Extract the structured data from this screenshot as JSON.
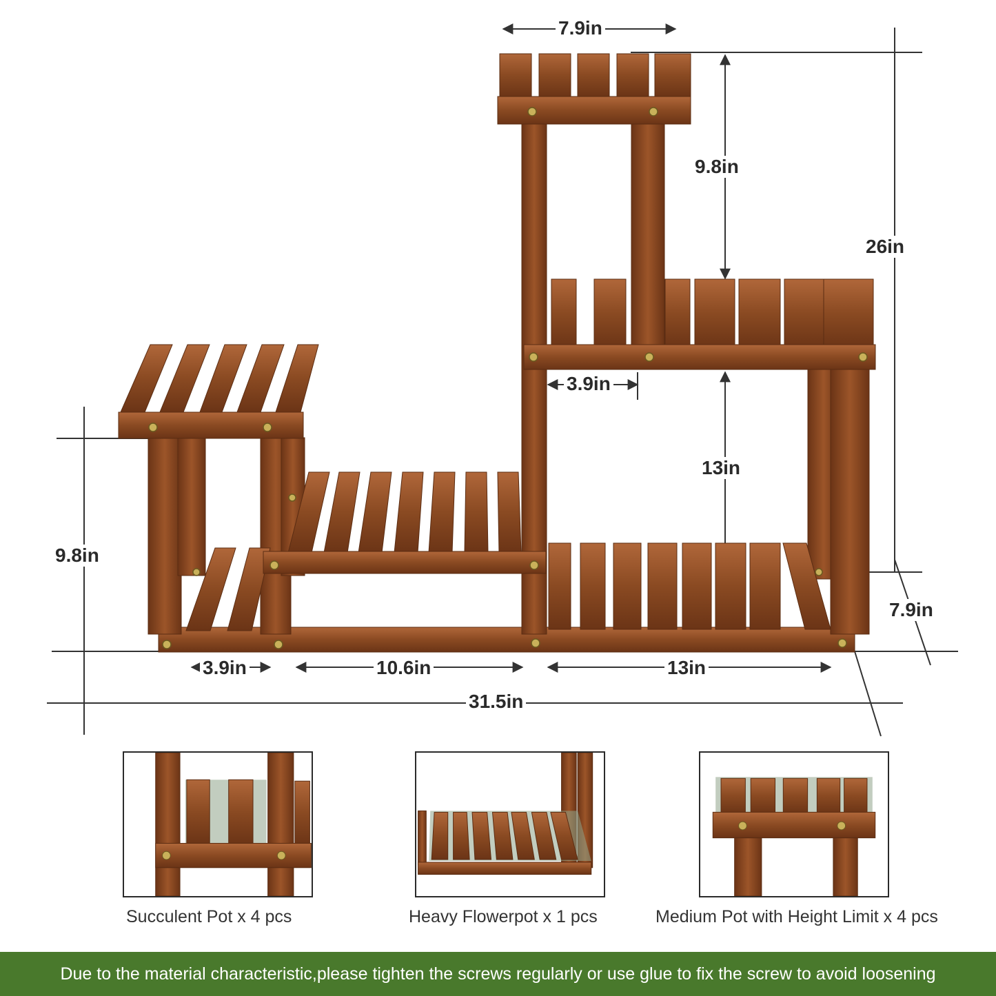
{
  "dimensions": {
    "top_width": "7.9in",
    "top_tier_height": "9.8in",
    "total_height": "26in",
    "tier_gap_width": "3.9in",
    "middle_tier_height": "13in",
    "left_height": "9.8in",
    "depth": "7.9in",
    "left_width": "3.9in",
    "middle_width": "10.6in",
    "right_width": "13in",
    "total_width": "31.5in"
  },
  "thumbnails": [
    {
      "caption": "Succulent Pot x 4 pcs"
    },
    {
      "caption": "Heavy Flowerpot x 1 pcs"
    },
    {
      "caption": "Medium Pot with Height Limit x 4 pcs"
    }
  ],
  "notice": {
    "text": "Due to the material characteristic,please tighten the screws regularly or use glue to fix the screw to avoid loosening",
    "background": "#49792c"
  },
  "colors": {
    "wood": "#8a4a22",
    "wood_dark": "#6b3416",
    "wood_light": "#b0673a",
    "line": "#333333"
  }
}
